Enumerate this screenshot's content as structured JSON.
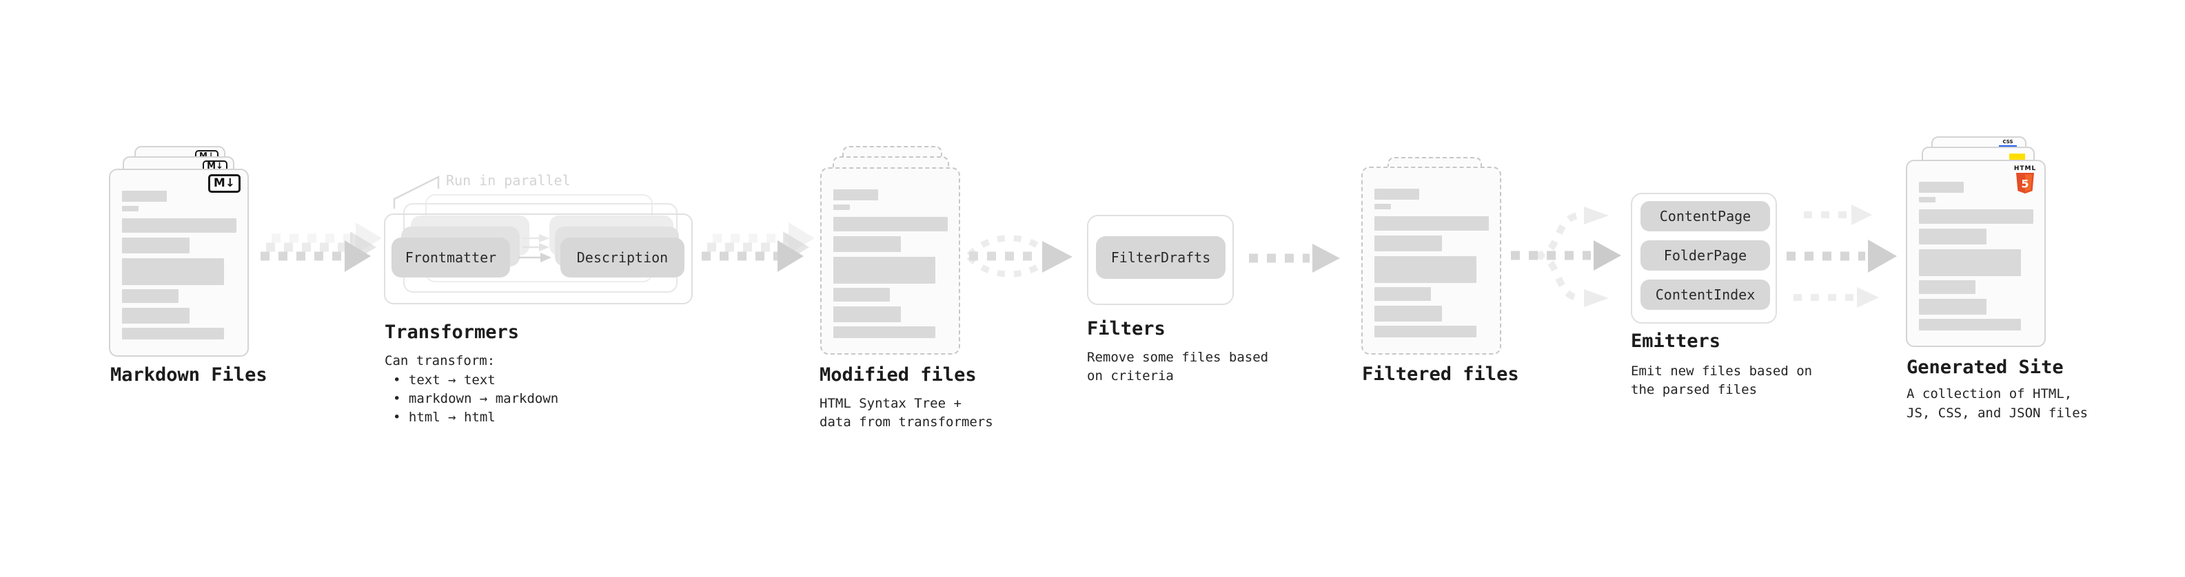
{
  "stages": {
    "markdown_files": {
      "label": "Markdown Files",
      "badge": "M↓"
    },
    "transformers": {
      "label": "Transformers",
      "annotation": "Run in parallel",
      "pill_left": "Frontmatter",
      "pill_right": "Description",
      "caption": "Can transform:",
      "bullets": [
        "• text → text",
        "• markdown → markdown",
        "• html → html"
      ]
    },
    "modified_files": {
      "label": "Modified files",
      "caption_lines": [
        "HTML Syntax Tree +",
        "data from transformers"
      ]
    },
    "filters": {
      "label": "Filters",
      "pill": "FilterDrafts",
      "caption_lines": [
        "Remove some files based",
        "on criteria"
      ]
    },
    "filtered_files": {
      "label": "Filtered files"
    },
    "emitters": {
      "label": "Emitters",
      "pills": [
        "ContentPage",
        "FolderPage",
        "ContentIndex"
      ],
      "caption_lines": [
        "Emit new files based on",
        "the parsed files"
      ]
    },
    "generated_site": {
      "label": "Generated Site",
      "caption_lines": [
        "A collection of HTML,",
        "JS, CSS, and JSON files"
      ],
      "badges": {
        "css_label": "CSS",
        "html_label": "HTML",
        "html_number": "5"
      }
    }
  },
  "colors": {
    "html5_orange": "#e44d26",
    "html5_orange_light": "#f16529",
    "js_yellow": "#ffdf00",
    "css_blue": "#2563eb",
    "pill_gray": "#d7d7d7",
    "bar_gray": "#d9d9d9",
    "doc_border": "#d4d4d4",
    "dashed_border": "#c7c7c7",
    "arrow_gray": "#d6d6d6",
    "annotation_gray": "#d4d4d4"
  }
}
